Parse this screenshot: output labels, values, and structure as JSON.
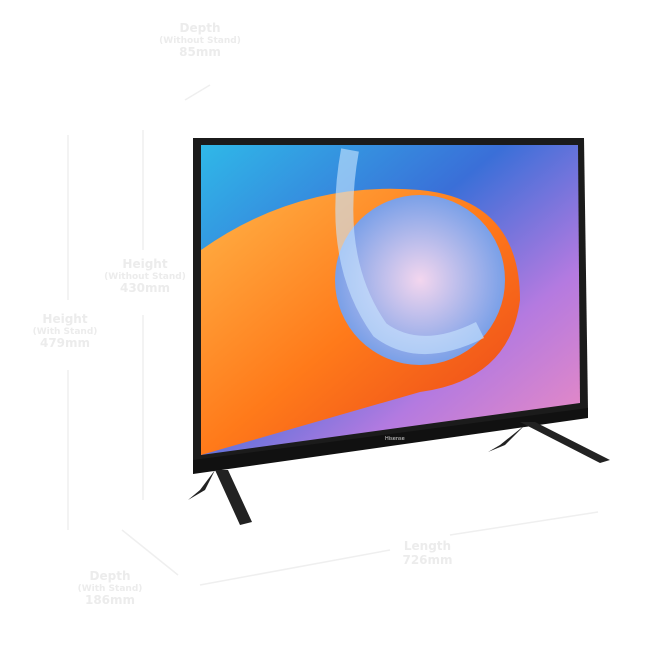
{
  "brand_logo": "Hisense",
  "dimensions": {
    "depth_without_stand": {
      "title": "Depth",
      "sub": "(Without Stand)",
      "value": "85mm"
    },
    "height_without_stand": {
      "title": "Height",
      "sub": "(Without Stand)",
      "value": "430mm"
    },
    "height_with_stand": {
      "title": "Height",
      "sub": "(With Stand)",
      "value": "479mm"
    },
    "depth_with_stand": {
      "title": "Depth",
      "sub": "(With Stand)",
      "value": "186mm"
    },
    "length": {
      "title": "Length",
      "value": "726mm"
    }
  }
}
